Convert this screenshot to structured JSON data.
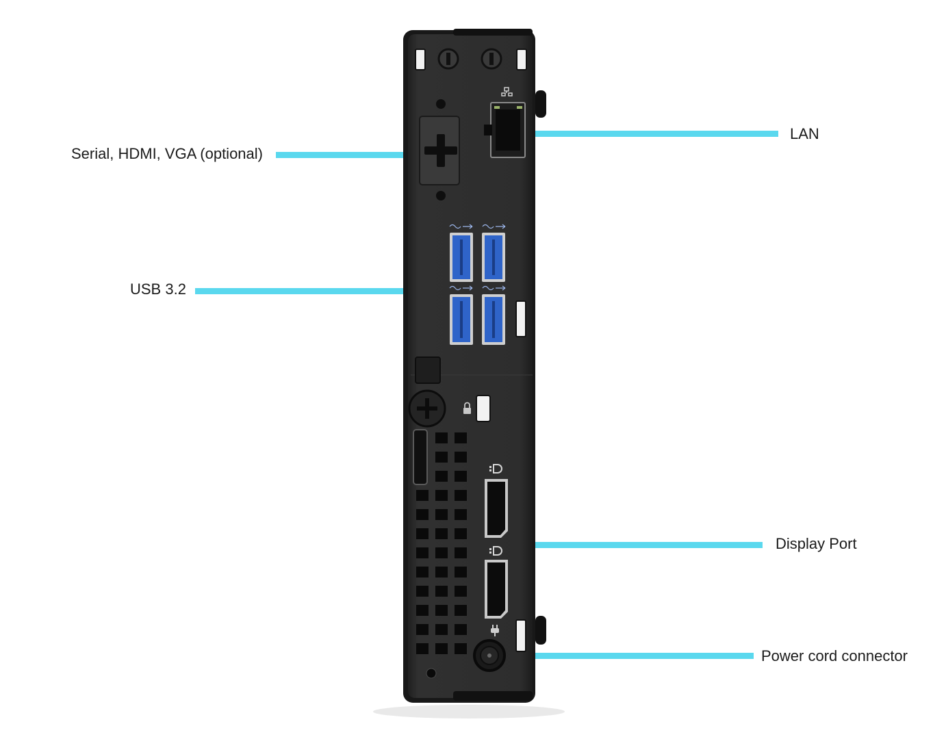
{
  "callouts": {
    "serial": "Serial, HDMI, VGA (optional)",
    "lan": "LAN",
    "usb": "USB 3.2",
    "displayport": "Display Port",
    "power": "Power cord connector"
  },
  "port_markings": {
    "usb_top_left": "SS",
    "usb_top_right": "SS",
    "usb_bottom_left": "SS",
    "usb_bottom_right": "SS"
  },
  "colors": {
    "leader": "#5ad8ee",
    "chassis": "#2b2b2b",
    "chassis_edge": "#1a1a1a",
    "usb_blue": "#2f64c9"
  },
  "icons": [
    "network-icon",
    "lock-icon",
    "displayport-icon",
    "power-plug-icon",
    "plus-icon",
    "thumbscrew-icon"
  ]
}
